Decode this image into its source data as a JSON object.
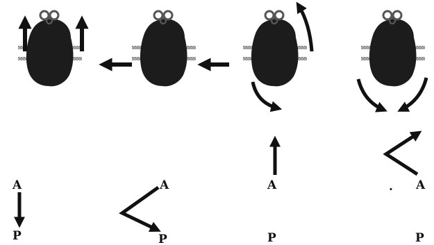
{
  "colors": {
    "ink": "#111111",
    "cell_body": "#1c1c1c",
    "stripe": "#9a9a9a",
    "background": "#ffffff"
  },
  "panels": [
    {
      "id": "panel-1",
      "cell": "upward-arrows",
      "axis": {
        "top_label": "A",
        "bottom_label": "P",
        "arrow": "down"
      }
    },
    {
      "id": "panel-2",
      "cell": "leftward-arrows",
      "axis": {
        "top_label": "A",
        "bottom_label": "P",
        "arrow": "bent"
      }
    },
    {
      "id": "panel-3",
      "cell": "rotation-arrows",
      "axis": {
        "top_label": "A",
        "bottom_label": "P",
        "arrow": "up"
      }
    },
    {
      "id": "panel-4",
      "cell": "converging-arrows",
      "axis": {
        "top_label": "A",
        "bottom_label": "P",
        "arrow": "bent-up-right",
        "marker": "."
      }
    }
  ]
}
